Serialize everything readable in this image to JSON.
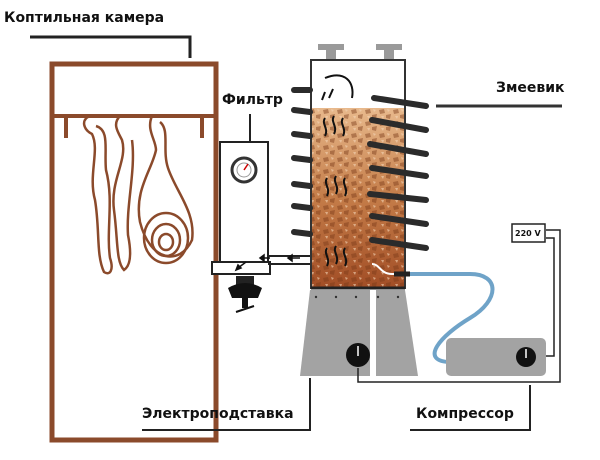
{
  "labels": {
    "smoke_chamber": "Коптильная камера",
    "filter": "Фильтр",
    "coil": "Змеевик",
    "voltage": "220 V",
    "electric_stand": "Электроподставка",
    "compressor": "Компрессор"
  },
  "colors": {
    "chamber_frame": "#8b4a2b",
    "wood_chips": "#b8693a",
    "metal": "#a0a0a0",
    "hose": "#6fa3c8",
    "coil": "#2b2b2b"
  }
}
